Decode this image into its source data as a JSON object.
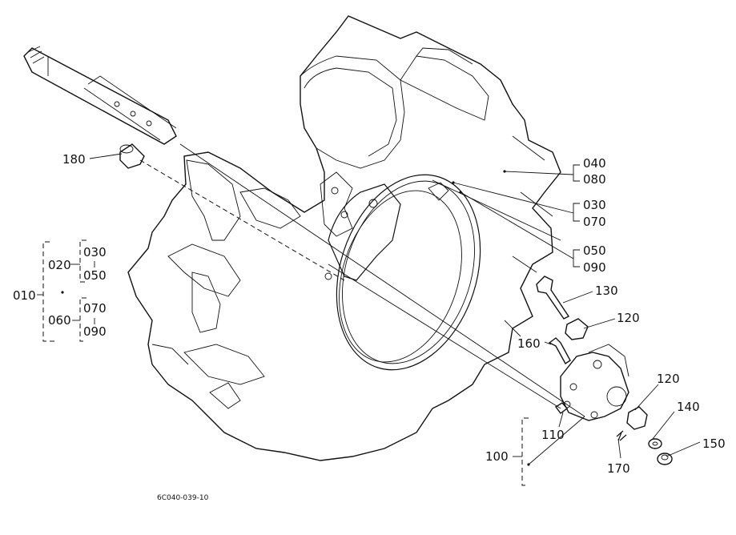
{
  "callouts": {
    "c010": "010",
    "c020": "020",
    "c030a": "030",
    "c050a": "050",
    "c060": "060",
    "c070a": "070",
    "c090a": "090",
    "c180": "180",
    "c040": "040",
    "c080": "080",
    "c030b": "030",
    "c070b": "070",
    "c050b": "050",
    "c090b": "090",
    "c130": "130",
    "c120a": "120",
    "c160": "160",
    "c120b": "120",
    "c140": "140",
    "c150": "150",
    "c110": "110",
    "c100": "100",
    "c170": "170"
  },
  "drawing_number": "6C040-039-10"
}
